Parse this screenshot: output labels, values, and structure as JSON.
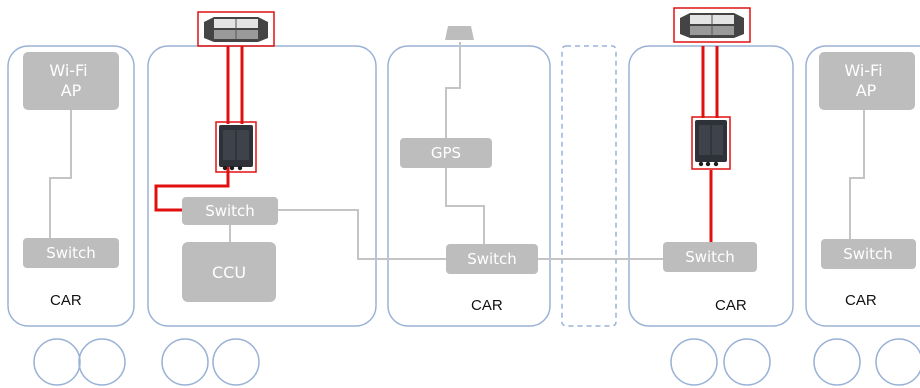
{
  "colors": {
    "car_border": "#9ab2d6",
    "box_fill": "#bdbdbd",
    "gray_line": "#c4c4c4",
    "red_line": "#e01010",
    "wheel": "#9ab2d6"
  },
  "labels": {
    "wifi_ap_left": "Wi-Fi\nAP",
    "wifi_ap_right": "Wi-Fi\nAP",
    "gps": "GPS",
    "ccu": "CCU",
    "switch_car1": "Switch",
    "switch_car2": "Switch",
    "switch_car3": "Switch",
    "switch_car5": "Switch",
    "switch_car6": "Switch",
    "car1": "CAR",
    "car3": "CAR",
    "car5": "CAR",
    "car6": "CAR"
  },
  "icons": {
    "roof_antenna": "roof-antenna-icon",
    "gps_antenna": "gps-antenna-icon",
    "modem": "cellular-router-icon"
  }
}
